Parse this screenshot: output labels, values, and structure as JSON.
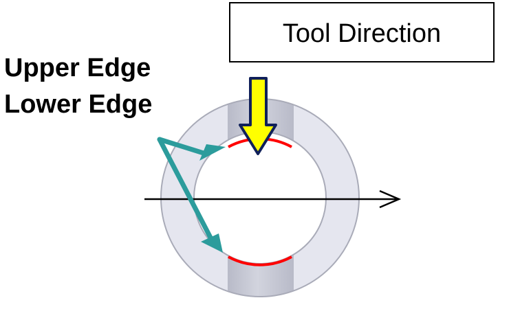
{
  "labels": {
    "tool_direction": "Tool Direction",
    "upper_edge": "Upper Edge",
    "lower_edge": "Lower Edge"
  },
  "colors": {
    "ring_fill": "#e5e6ef",
    "ring_stroke": "#a9abb8",
    "band_fill": "#b8bac8",
    "band_highlight": "#d2d4de",
    "edge": "#ff0000",
    "tool_arrow_fill": "#ffff00",
    "tool_arrow_stroke": "#10205a",
    "pointer": "#2c9c9c",
    "axis": "#000000"
  },
  "icons": {
    "tool_arrow": "arrow-down-icon",
    "axis_arrow": "arrow-right-icon"
  }
}
